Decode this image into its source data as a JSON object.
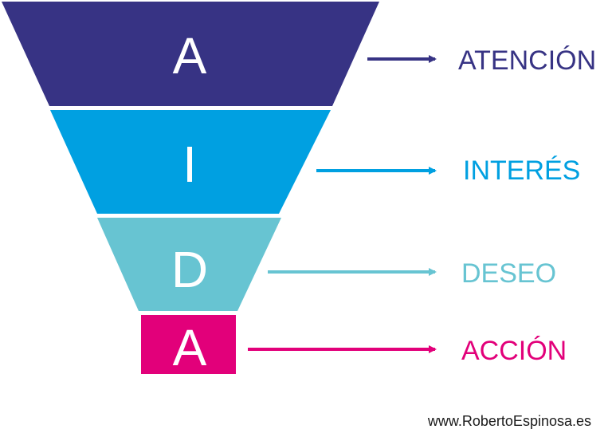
{
  "stages": [
    {
      "letter": "A",
      "label": "ATENCIÓN",
      "color": "#373384"
    },
    {
      "letter": "I",
      "label": "INTERÉS",
      "color": "#00a0e1"
    },
    {
      "letter": "D",
      "label": "DESEO",
      "color": "#67c4d2"
    },
    {
      "letter": "A",
      "label": "ACCIÓN",
      "color": "#e2007a"
    }
  ],
  "footer": {
    "website": "www.RobertoEspinosa.es"
  }
}
